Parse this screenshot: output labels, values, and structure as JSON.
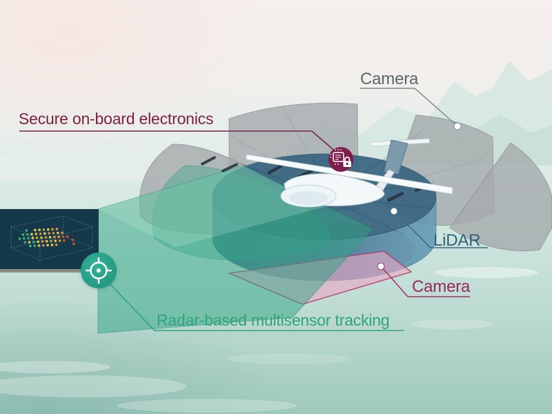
{
  "diagram": {
    "labels": {
      "camera_top": "Camera",
      "secure_electronics": "Secure on-board electronics",
      "lidar": "LiDAR",
      "camera_bottom": "Camera",
      "radar_tracking": "Radar-based multisensor tracking"
    },
    "colors": {
      "secure_maroon": "#7a2145",
      "camera_bottom_maroon": "#99295c",
      "camera_top_gray": "#5d666b",
      "lidar_teal": "#2f617a",
      "radar_green": "#2ea37d",
      "beam_green_fill": "#2fa583",
      "camera_footprint_pink": "#eaa8c5",
      "camera_footprint_edge": "#b03a66",
      "lidar_cylinder_blue": "#46758f",
      "radar_fan_gray": "#a6abad",
      "badge_maroon": "#7c1d4a",
      "crosshair_teal": "#27a289"
    },
    "icons": {
      "secure_badge": "chip-lock-icon",
      "tracking_badge": "crosshair-target-icon",
      "camera_view_brackets": "viewfinder-bracket-icon"
    }
  },
  "pointcloud": {
    "palette": {
      "g": "#3fae76",
      "y": "#e5c93f",
      "o": "#e0923a",
      "r": "#d84a33"
    },
    "rows": [
      "..g.yyoyoo....",
      ".ggyyoyooyo...",
      "gggyoyoyoorr..",
      ".gygyoyoyor.r.",
      "..ggyoyyo...r."
    ]
  }
}
